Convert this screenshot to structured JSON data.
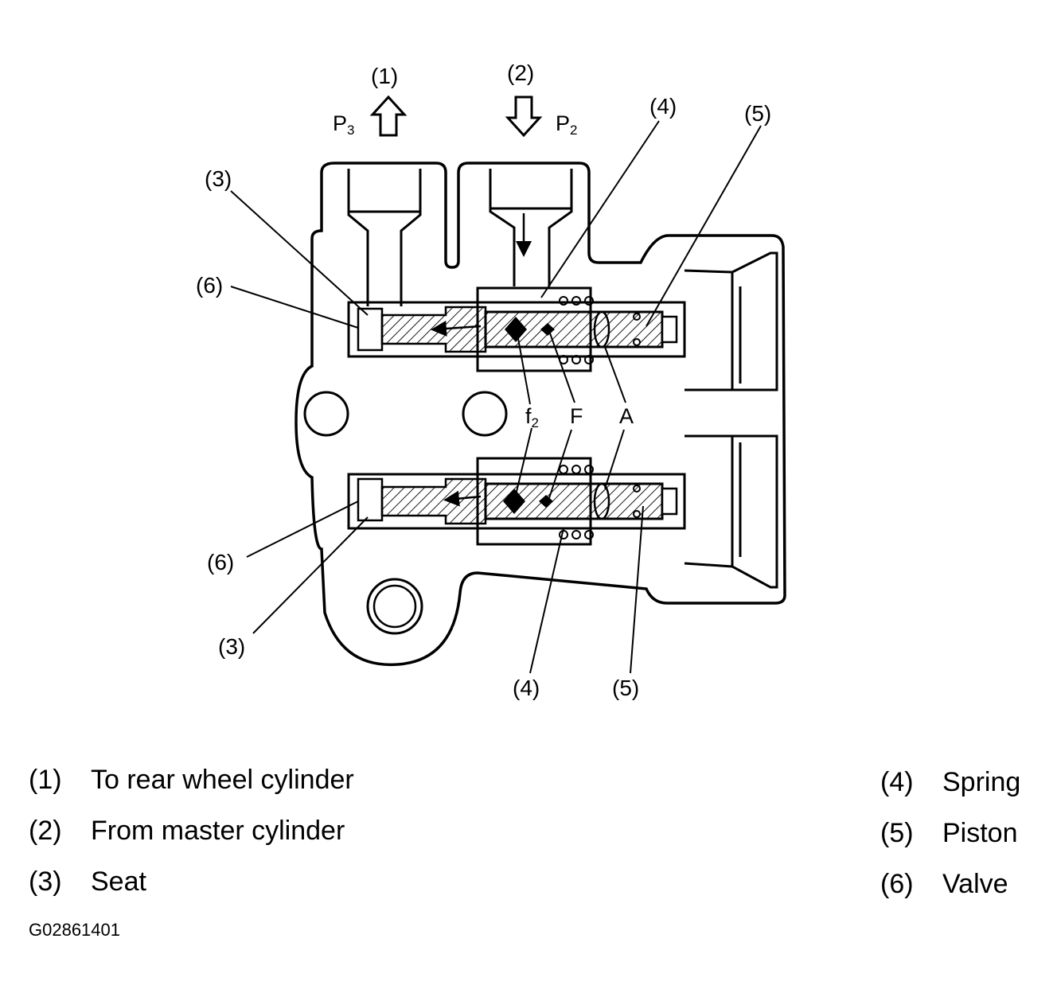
{
  "callouts": {
    "c1": "(1)",
    "c2": "(2)",
    "c3_top": "(3)",
    "c3_bot": "(3)",
    "c4_top": "(4)",
    "c4_bot": "(4)",
    "c5_top": "(5)",
    "c5_bot": "(5)",
    "c6_top": "(6)",
    "c6_bot": "(6)"
  },
  "pressures": {
    "p3": "P",
    "p3_sub": "3",
    "p2": "P",
    "p2_sub": "2"
  },
  "symbols": {
    "f2": "f",
    "f2_sub": "2",
    "F": "F",
    "A": "A"
  },
  "legend": [
    {
      "num": "(1)",
      "text": "To rear wheel cylinder"
    },
    {
      "num": "(2)",
      "text": "From master cylinder"
    },
    {
      "num": "(3)",
      "text": "Seat"
    },
    {
      "num": "(4)",
      "text": "Spring"
    },
    {
      "num": "(5)",
      "text": "Piston"
    },
    {
      "num": "(6)",
      "text": "Valve"
    }
  ],
  "figure_code": "G02861401",
  "colors": {
    "ink": "#000000",
    "background": "#ffffff"
  }
}
